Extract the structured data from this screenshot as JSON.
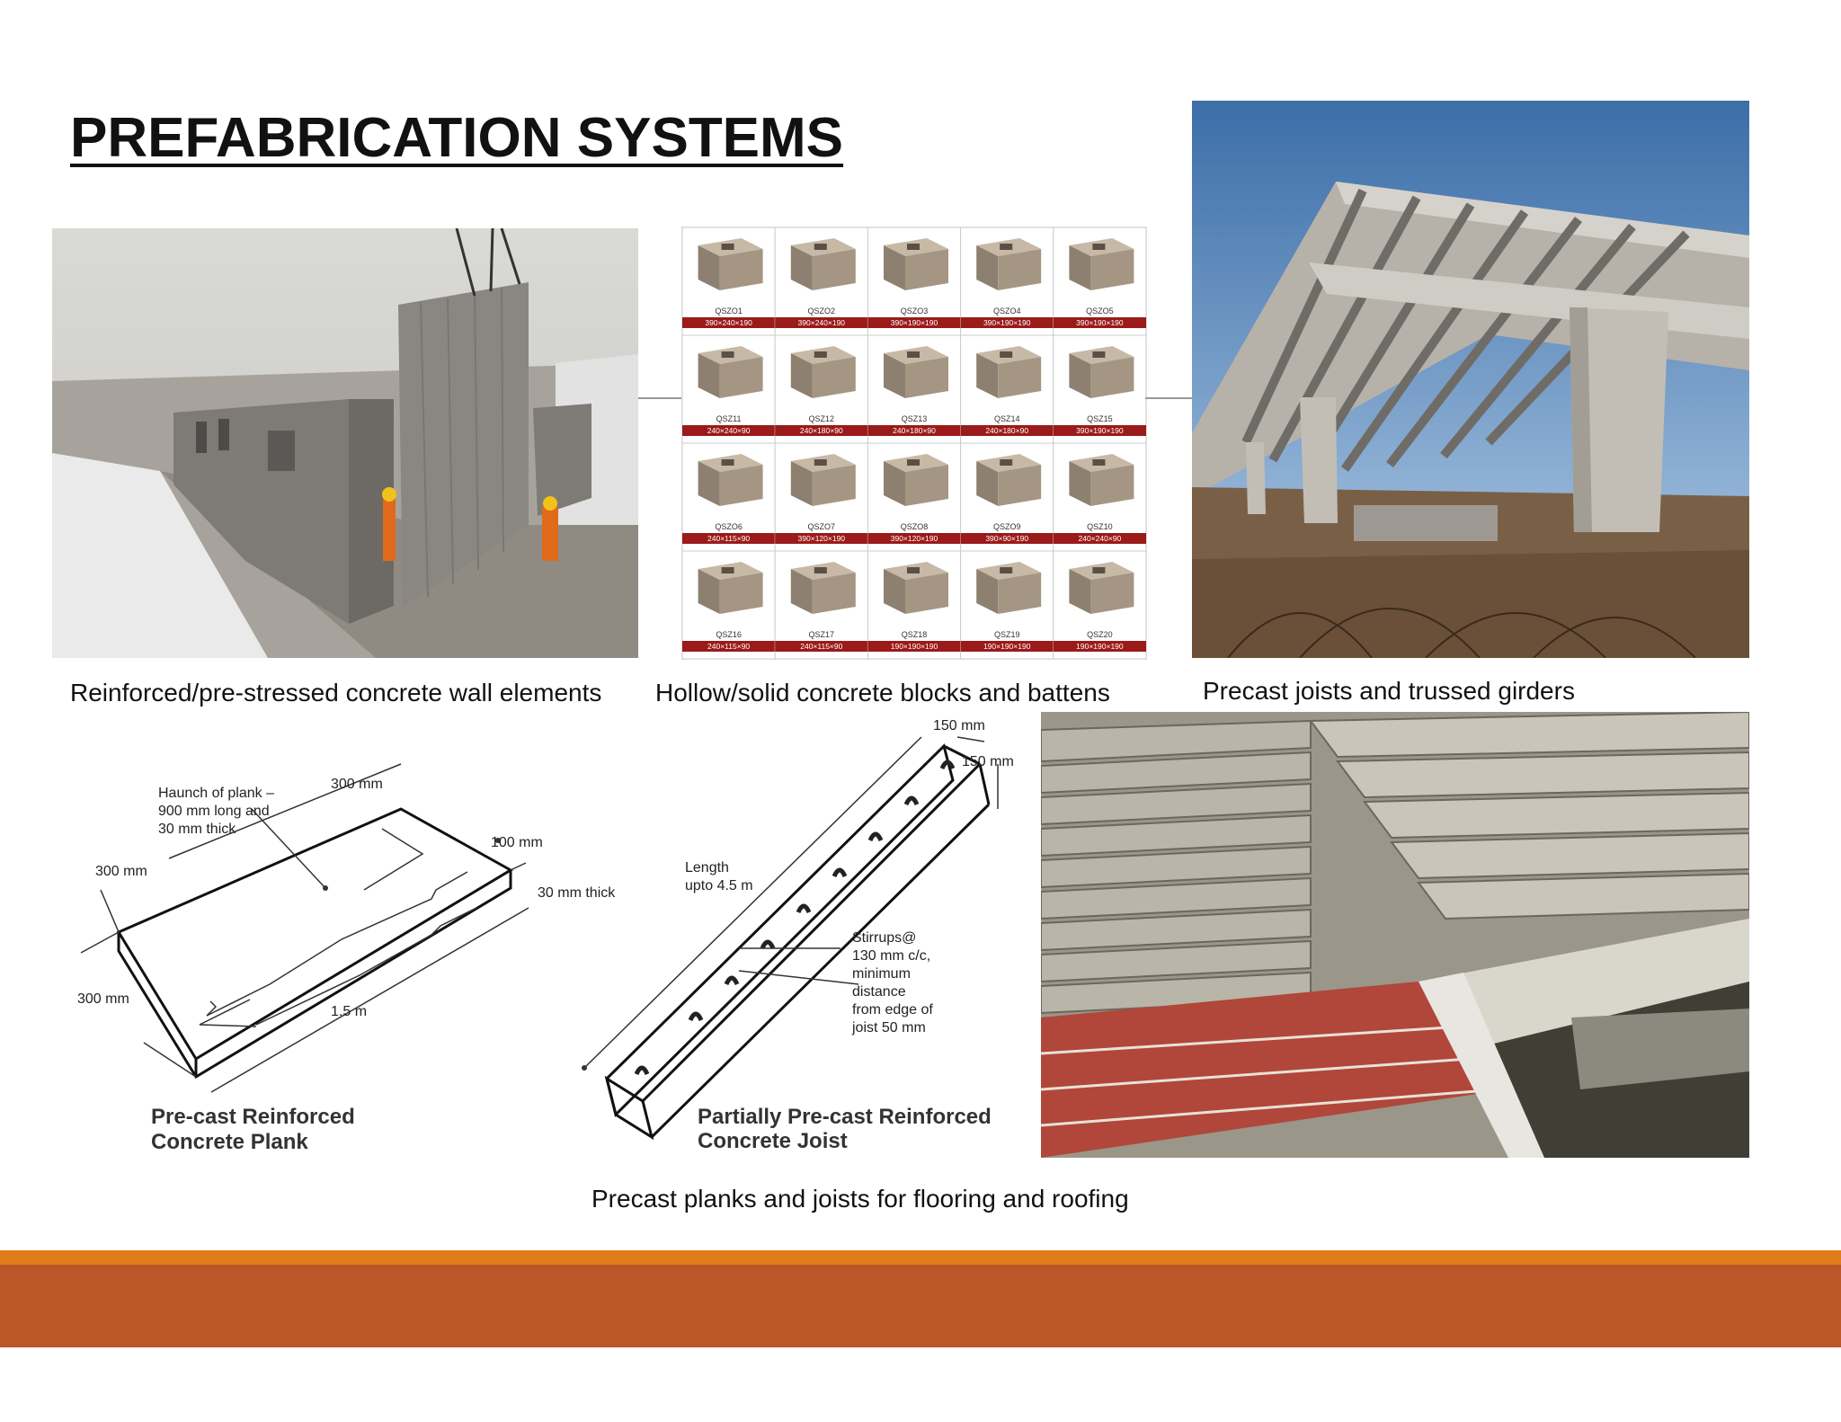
{
  "slide": {
    "title": "PREFABRICATION SYSTEMS",
    "captions": {
      "wall": "Reinforced/pre-stressed concrete wall elements",
      "blocks": "Hollow/solid concrete blocks and battens",
      "girders": "Precast joists and trussed girders",
      "planks": "Precast planks and joists for flooring and roofing"
    }
  },
  "blocks_grid": {
    "rows": [
      [
        {
          "code": "QSZO1",
          "dims": "390×240×190"
        },
        {
          "code": "QSZO2",
          "dims": "390×240×190"
        },
        {
          "code": "QSZO3",
          "dims": "390×190×190"
        },
        {
          "code": "QSZO4",
          "dims": "390×190×190"
        },
        {
          "code": "QSZO5",
          "dims": "390×190×190"
        }
      ],
      [
        {
          "code": "QSZ11",
          "dims": "240×240×90"
        },
        {
          "code": "QSZ12",
          "dims": "240×180×90"
        },
        {
          "code": "QSZ13",
          "dims": "240×180×90"
        },
        {
          "code": "QSZ14",
          "dims": "240×180×90"
        },
        {
          "code": "QSZ15",
          "dims": "390×190×190"
        }
      ],
      [
        {
          "code": "QSZO6",
          "dims": "240×115×90"
        },
        {
          "code": "QSZO7",
          "dims": "390×120×190"
        },
        {
          "code": "QSZO8",
          "dims": "390×120×190"
        },
        {
          "code": "QSZO9",
          "dims": "390×90×190"
        },
        {
          "code": "QSZ10",
          "dims": "240×240×90"
        }
      ],
      [
        {
          "code": "QSZ16",
          "dims": "240×115×90"
        },
        {
          "code": "QSZ17",
          "dims": "240×115×90"
        },
        {
          "code": "QSZ18",
          "dims": "190×190×190"
        },
        {
          "code": "QSZ19",
          "dims": "190×190×190"
        },
        {
          "code": "QSZ20",
          "dims": "190×190×190"
        }
      ]
    ]
  },
  "plank_diagram": {
    "haunch_note": [
      "Haunch of plank –",
      "900 mm long and",
      "30 mm thick"
    ],
    "dim_300_top": "300 mm",
    "dim_300_left": "300 mm",
    "dim_300_side": "300 mm",
    "dim_100": "100 mm",
    "dim_30_thick": "30 mm thick",
    "dim_length": "1.5 m",
    "label_line1": "Pre-cast Reinforced",
    "label_line2": "Concrete Plank"
  },
  "joist_diagram": {
    "dim_150_top": "150 mm",
    "dim_150_side": "150 mm",
    "length_note": [
      "Length",
      "upto 4.5 m"
    ],
    "stirrup_note": [
      "Stirrups@",
      "130 mm c/c,",
      "minimum",
      "distance",
      "from edge of",
      "joist 50 mm"
    ],
    "label_line1": "Partially Pre-cast Reinforced",
    "label_line2": "Concrete Joist"
  },
  "colors": {
    "band_thin": "#e07d1a",
    "band_thick": "#bb5629",
    "block_label_bar": "#9b1a1a"
  }
}
